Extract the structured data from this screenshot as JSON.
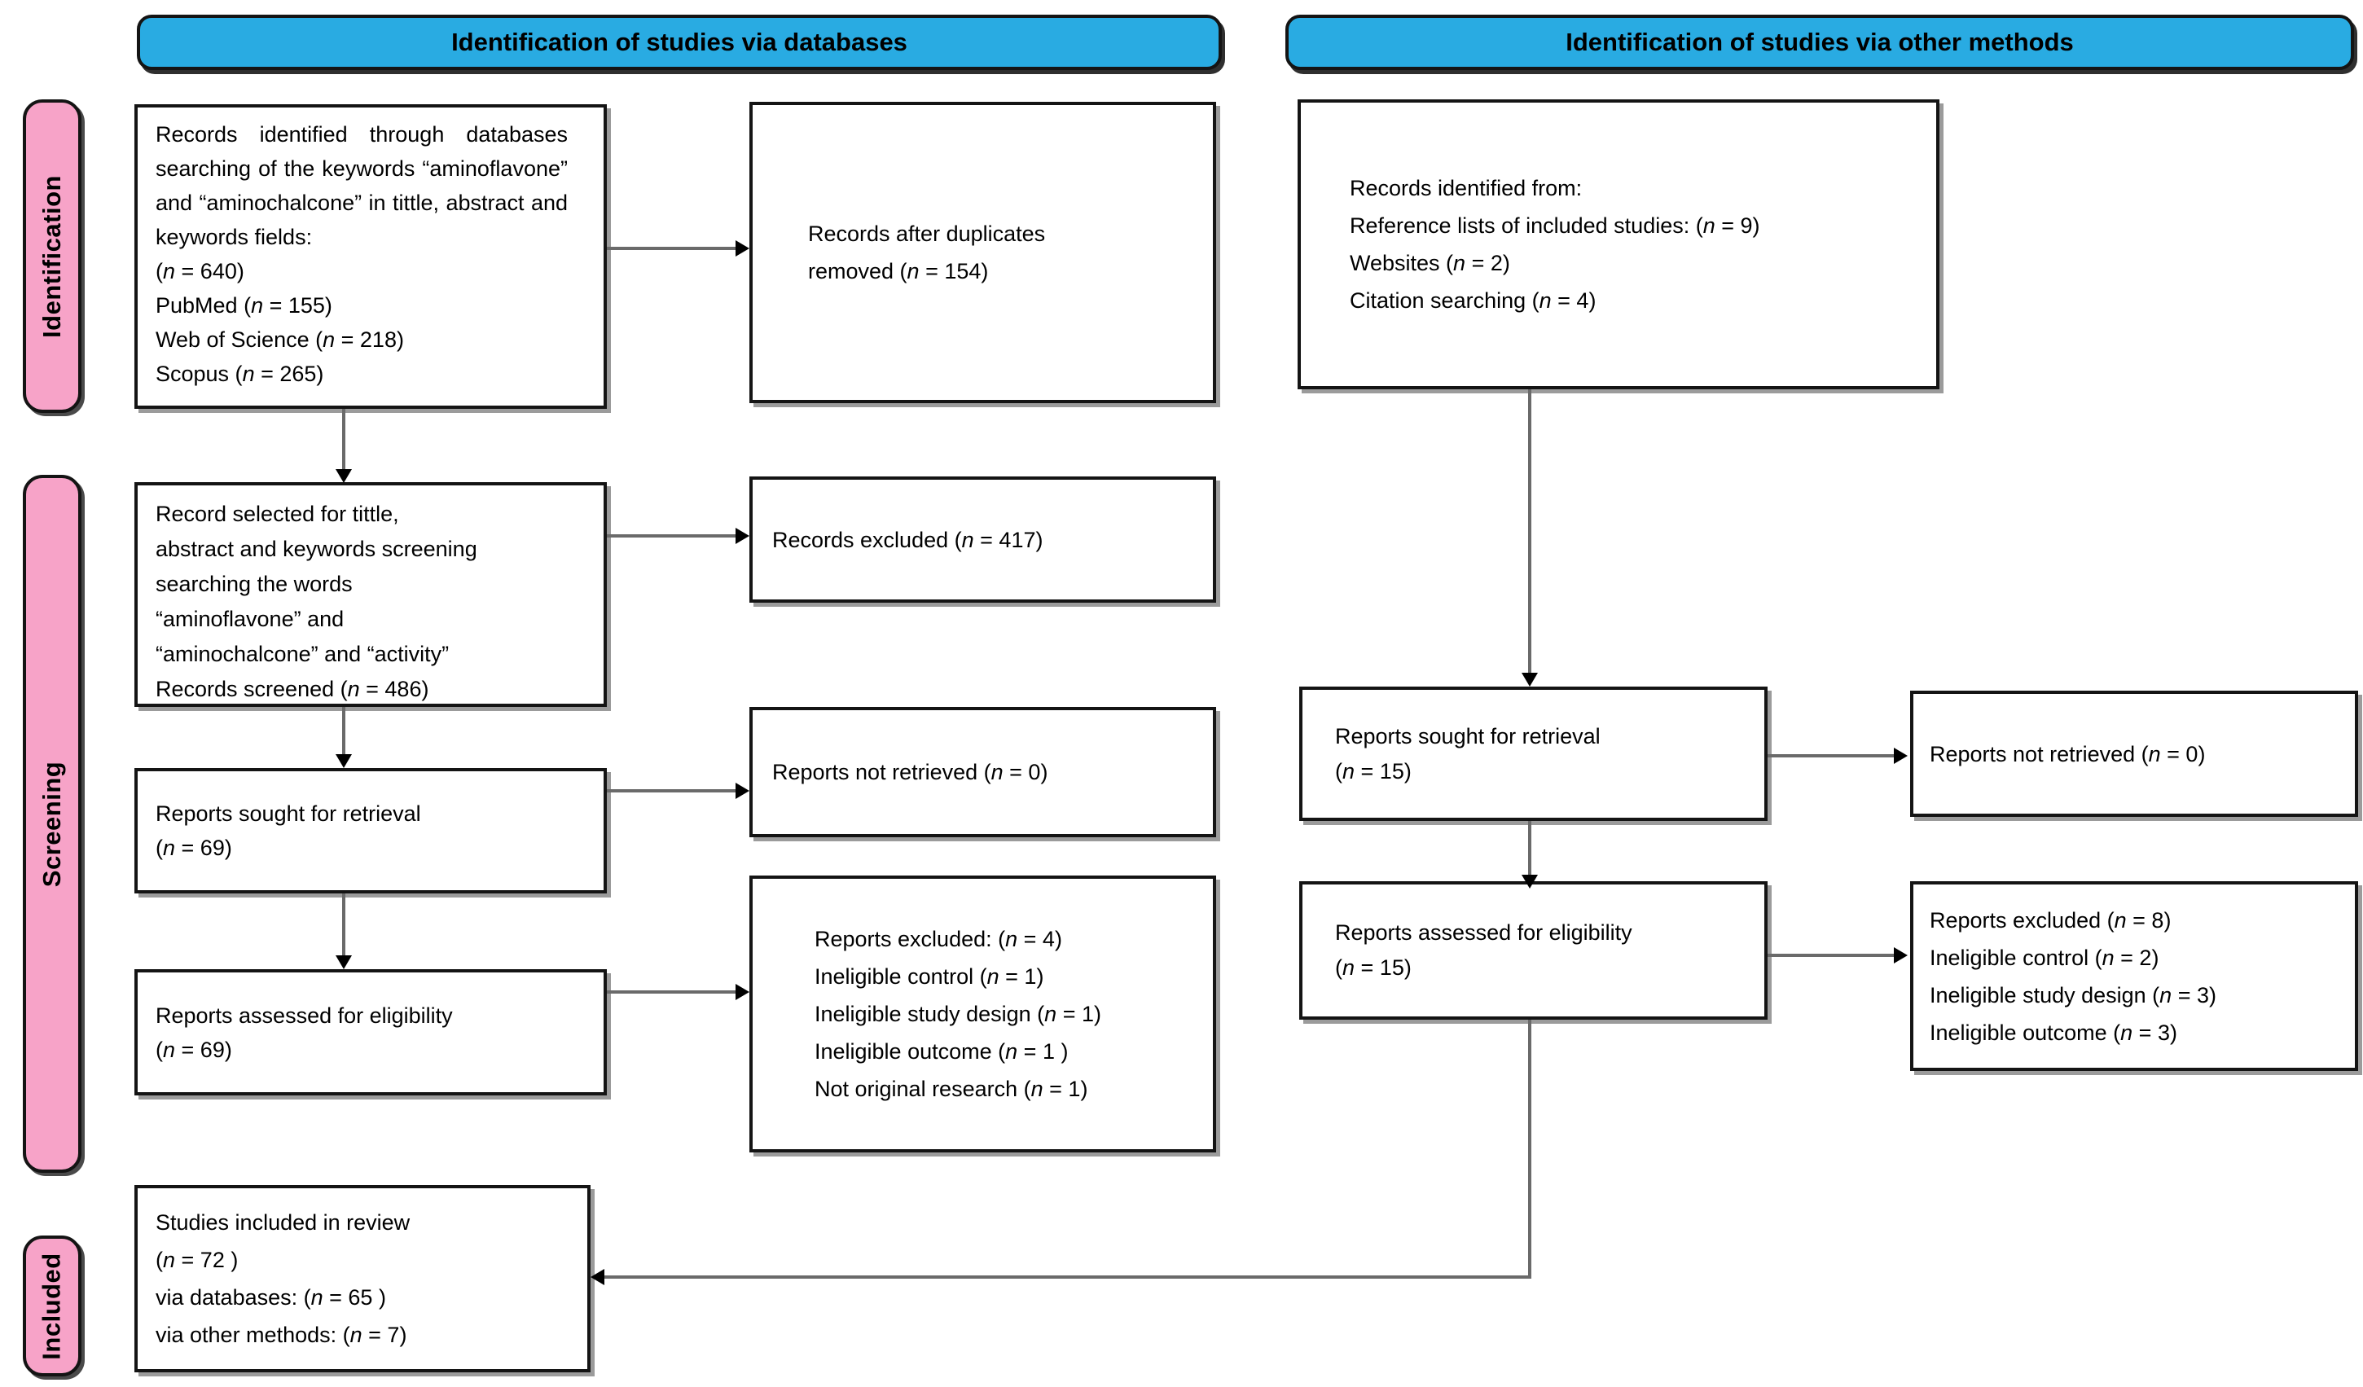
{
  "palette": {
    "header_blue": "#29ABE2",
    "sidebar_pink": "#F7A3C8",
    "connector_gray": "#6a6a6a",
    "box_border_black": "#141414"
  },
  "headers": {
    "databases": "Identification of studies via databases",
    "other_methods": "Identification of studies via other methods"
  },
  "stages": [
    {
      "label": "Identification"
    },
    {
      "label": "Screening"
    },
    {
      "label": "Included"
    }
  ],
  "boxes": {
    "db_identified": {
      "para": "Records identified through databases searching of the keywords “aminoflavone” and “aminochalcone” in tittle, abstract and keywords fields:",
      "lines": [
        "(n = 640)",
        "PubMed (n = 155)",
        "Web of Science (n = 218)",
        "Scopus (n = 265)"
      ]
    },
    "duplicates_removed": {
      "lines": [
        "Records after duplicates",
        "removed (n = 154)"
      ]
    },
    "records_screened": {
      "lines": [
        "Record selected for tittle,",
        "abstract and keywords screening",
        "searching the words",
        "“aminoflavone” and",
        "“aminochalcone” and “activity”",
        "Records screened (n = 486)"
      ]
    },
    "records_excluded": {
      "lines": [
        "Records excluded (n = 417)"
      ]
    },
    "reports_sought_db": {
      "lines": [
        "Reports sought for retrieval",
        "(n = 69)"
      ]
    },
    "reports_not_retrieved_db": {
      "lines": [
        "Reports not retrieved (n = 0)"
      ]
    },
    "reports_assessed_db": {
      "lines": [
        "Reports assessed for eligibility",
        "(n = 69)"
      ]
    },
    "reports_excluded_db": {
      "lines": [
        "Reports excluded: (n = 4)",
        "Ineligible control (n = 1)",
        "Ineligible study design (n = 1)",
        "Ineligible outcome (n = 1 )",
        "Not original research (n = 1)"
      ]
    },
    "studies_included": {
      "lines": [
        "Studies included in review",
        "(n = 72 )",
        "via databases: (n = 65 )",
        "via other methods: (n = 7)"
      ]
    },
    "other_identified": {
      "lines": [
        "Records identified from:",
        "Reference lists of included studies: (n = 9)",
        "Websites (n = 2)",
        "Citation searching (n = 4)"
      ]
    },
    "reports_sought_other": {
      "lines": [
        "Reports sought for retrieval",
        "(n = 15)"
      ]
    },
    "reports_not_retrieved_other": {
      "lines": [
        "Reports not retrieved (n = 0)"
      ]
    },
    "reports_assessed_other": {
      "lines": [
        "Reports assessed for eligibility",
        "(n = 15)"
      ]
    },
    "reports_excluded_other": {
      "lines": [
        "Reports excluded (n = 8)",
        "Ineligible control (n = 2)",
        "Ineligible study design (n = 3)",
        "Ineligible outcome (n = 3)"
      ]
    }
  }
}
